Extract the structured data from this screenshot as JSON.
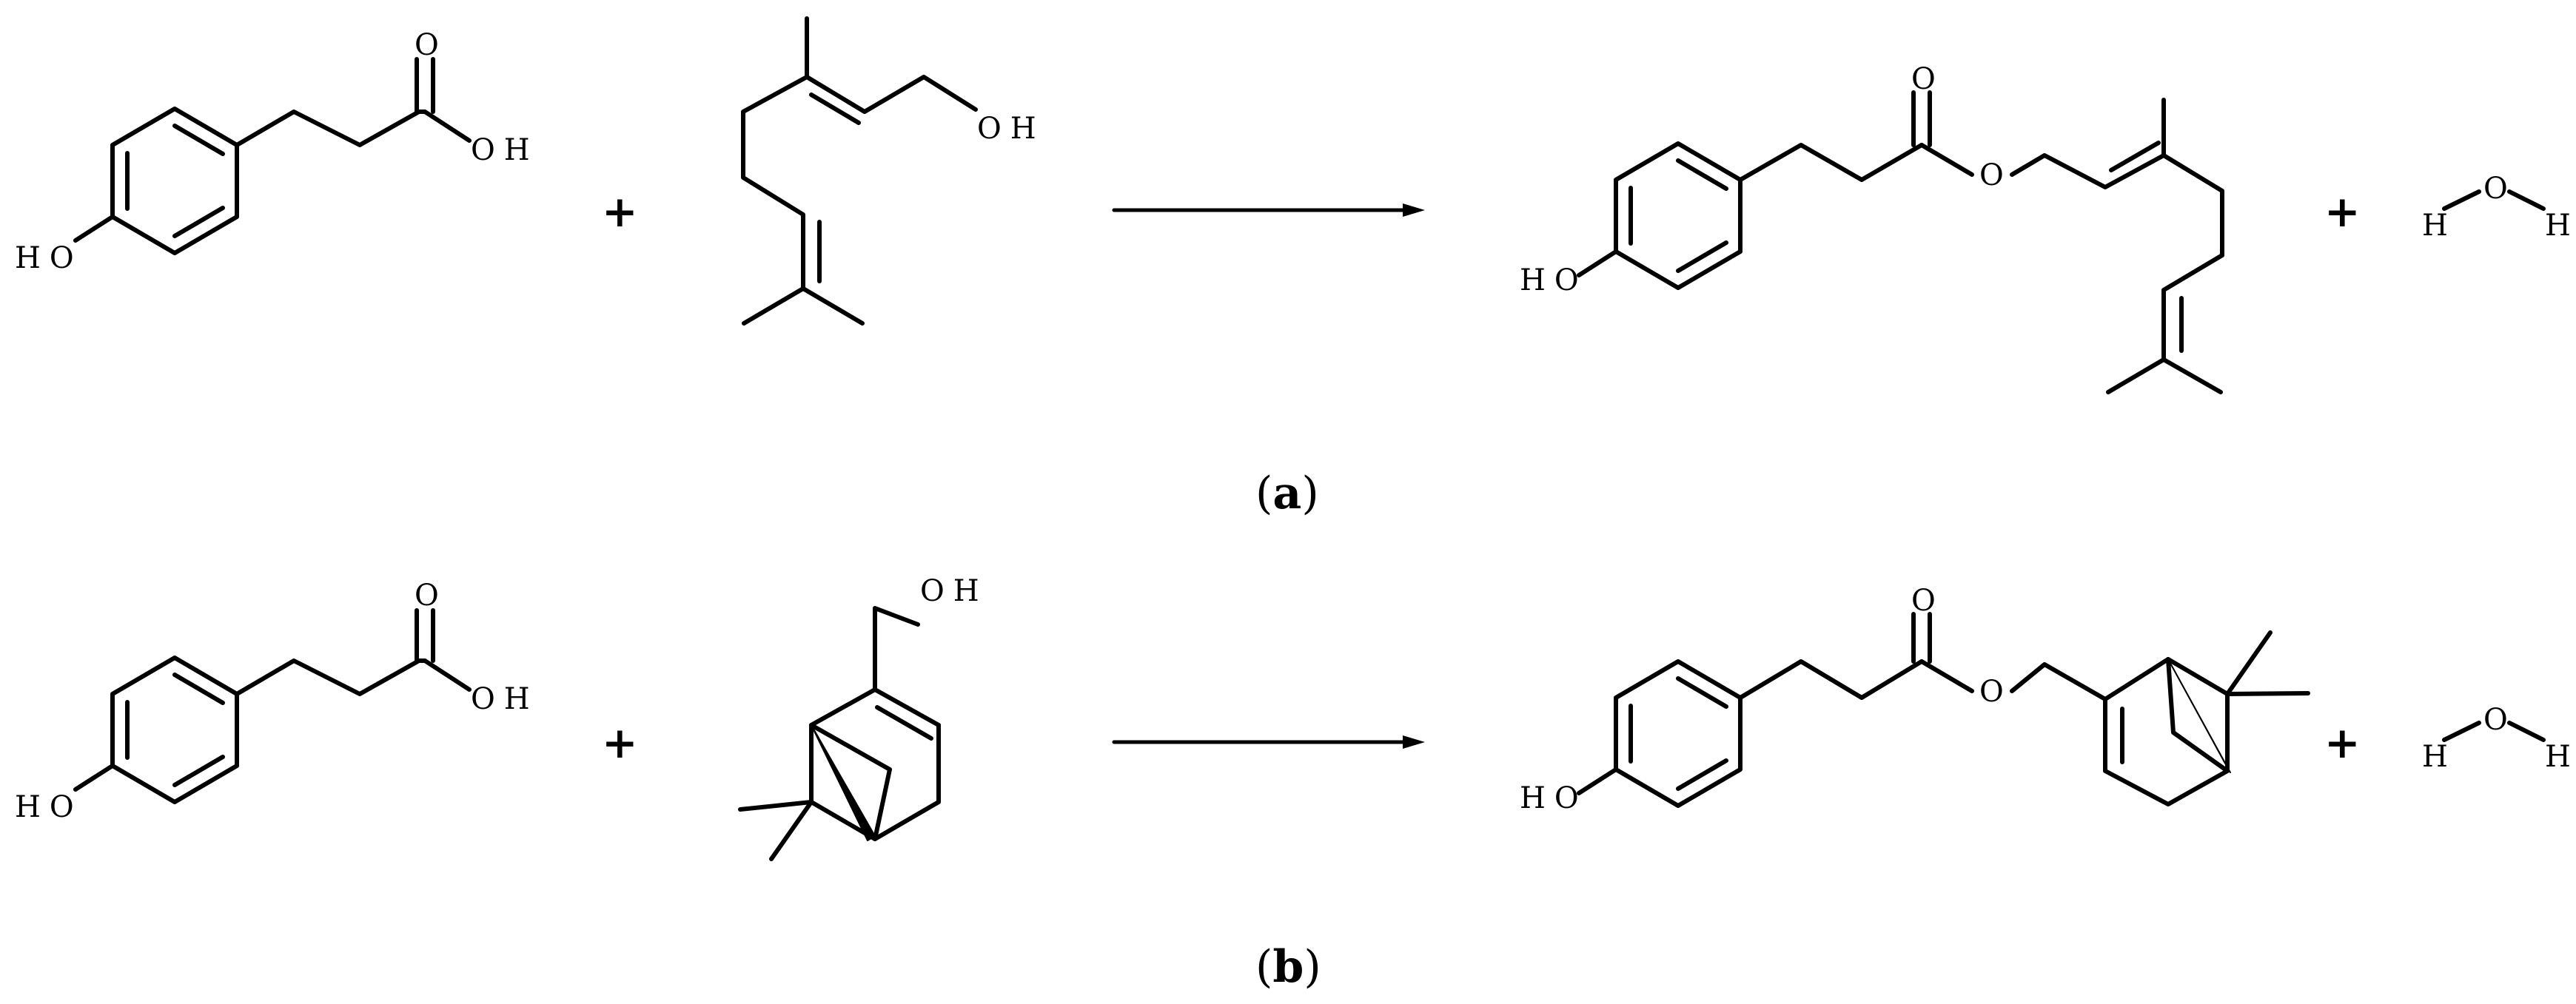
{
  "reaction_a": {
    "caption_open": "(",
    "caption_letter": "a",
    "caption_close": ")",
    "plus_1": "+",
    "plus_2": "+",
    "acid_carbonyl_o": "O",
    "acid_oh": "OH",
    "acid_phenol": "HO",
    "alcohol_oh": "OH",
    "ester_carbonyl_o": "O",
    "ester_o": "O",
    "ester_phenol": "HO",
    "water_h1": "H",
    "water_o": "O",
    "water_h2": "H"
  },
  "reaction_b": {
    "caption_open": "(",
    "caption_letter": "b",
    "caption_close": ")",
    "plus_1": "+",
    "plus_2": "+",
    "acid_carbonyl_o": "O",
    "acid_oh": "OH",
    "acid_phenol": "HO",
    "alcohol_oh": "OH",
    "ester_carbonyl_o": "O",
    "ester_o": "O",
    "ester_phenol": "HO",
    "water_h1": "H",
    "water_o": "O",
    "water_h2": "H"
  }
}
